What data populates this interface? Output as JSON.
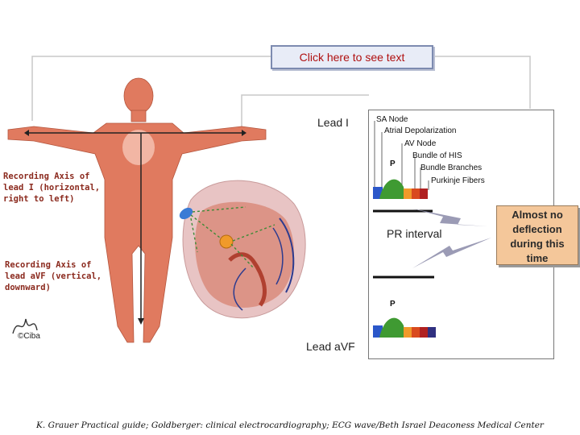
{
  "button": {
    "label": "Click here to see text"
  },
  "leads": {
    "lead_i": "Lead I",
    "lead_avf": "Lead aVF",
    "pr_interval": "PR interval"
  },
  "axis_labels": {
    "lead_i": "Recording Axis of\nlead I (horizontal,\nright to left)",
    "lead_avf": "Recording Axis of\nlead aVF (vertical,\ndownward)"
  },
  "ecg_labels": {
    "sa_node": "SA Node",
    "atrial_depolarization": "Atrial Depolarization",
    "av_node": "AV Node",
    "bundle_of_his": "Bundle of HIS",
    "bundle_branches": "Bundle Branches",
    "purkinje_fibers": "Purkinje Fibers",
    "p_wave_top": "P",
    "p_wave_bottom": "P"
  },
  "callout": {
    "line1": "Almost no",
    "line2": "deflection",
    "line3": "during this",
    "line4": "time"
  },
  "credit": {
    "ciba": "©Ciba"
  },
  "footer": {
    "citation": "K. Grauer Practical guide; Goldberger: clinical electrocardiography; ECG wave/Beth Israel Deaconess Medical Center"
  },
  "colors": {
    "body": "#e07a5f",
    "accent_red": "#b01010",
    "callout_bg": "#f4c79a"
  }
}
